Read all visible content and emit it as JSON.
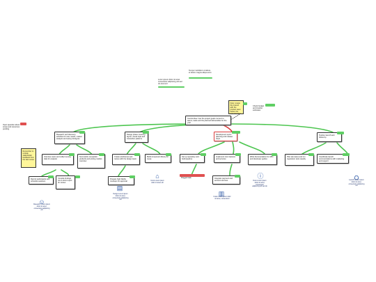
{
  "colors": {
    "connector": "#4cc54f",
    "highlight": "#d83a3a",
    "note_fill": "#fff69a",
    "dashed_link": "#222222",
    "text": "#111111"
  },
  "free_notes": [
    {
      "text": "Lorem ipsum dolor sit amet consectetur adipiscing elit sed do eiusmod"
    },
    {
      "text": "Tempor incididunt ut labore et dolore magna aliqua enim"
    }
  ],
  "root": {
    "text": "Central idea: how the project goals connect to teams, tasks and the planned deliverables for the year"
  },
  "callout_note": {
    "text": "Note: review this branch with the product team before the next planning meeting"
  },
  "callout_side": {
    "text": "Check budget and timeline estimates"
  },
  "left_flag": {
    "text": "Open question about scope and resources pending"
  },
  "left_note": {
    "text": "Remember to include stakeholder feedback from the last review"
  },
  "branches": [
    {
      "text": "Research and discovery activities for user needs, market analysis and early prototypes"
    },
    {
      "text": "Design phase covering layout, visual style and interaction patterns"
    },
    {
      "text": "Development sprint planning and release steps"
    },
    {
      "text": "Testing, launch and follow-up"
    }
  ],
  "subs": [
    {
      "text": "Interview users and collect survey data for analysis"
    },
    {
      "text": "Summarize competitor products and pricing models overview"
    },
    {
      "text": "Create wireframes and review with the design team"
    },
    {
      "text": "Build component library for reuse"
    },
    {
      "text": "Set up repository and build pipeline"
    },
    {
      "text": "Implement core features and services"
    },
    {
      "text": "Write documentation for APIs and developer guides"
    },
    {
      "text": "Plan QA cases and run regression tests weekly"
    },
    {
      "text": "Coordinate launch communications with marketing and support"
    }
  ],
  "leaves": [
    {
      "text": "Recruit participants and schedule sessions"
    },
    {
      "text": "Compile findings into a short report for review"
    },
    {
      "text": "Prepare high fidelity mockups for approval"
    },
    {
      "text": "Flagged task"
    },
    {
      "text": "Integrate payment and account services"
    }
  ],
  "captions": [
    {
      "text": "Research Lorem ipsum dolor sit amet, consectetur adipiscing elit"
    },
    {
      "text": "Design Lorem ipsum dolor sit amet, consectetur adipiscing elit"
    },
    {
      "text": "Icons Lorem ipsum dolor sit amet elit"
    },
    {
      "text": "Code Lorem ipsum dolor sit amet, consectetur"
    },
    {
      "text": "Docs Lorem ipsum dolor sit amet, consectetur adipiscing elit sed do"
    },
    {
      "text": "Launch Lorem ipsum dolor sit amet, consectetur adipiscing elit"
    }
  ],
  "icons": [
    "person-icon",
    "document-icon",
    "pin-icon",
    "chart-icon",
    "info-icon",
    "rocket-icon"
  ]
}
